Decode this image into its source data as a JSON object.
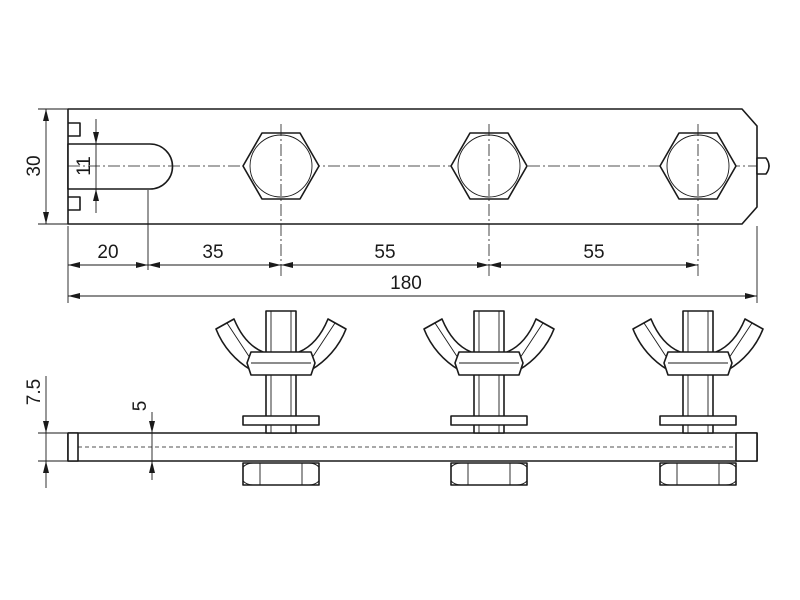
{
  "dimensions": {
    "height": "30",
    "slot_width": "11",
    "d1": "20",
    "d2": "35",
    "d3": "55",
    "d4": "55",
    "total": "180",
    "nut_height": "7.5",
    "bar_thickness": "5"
  },
  "colors": {
    "line": "#1a1a1a",
    "fill": "#ffffff"
  },
  "icons": [
    "hex-nut-icon",
    "wing-nut-icon",
    "washer-icon"
  ]
}
